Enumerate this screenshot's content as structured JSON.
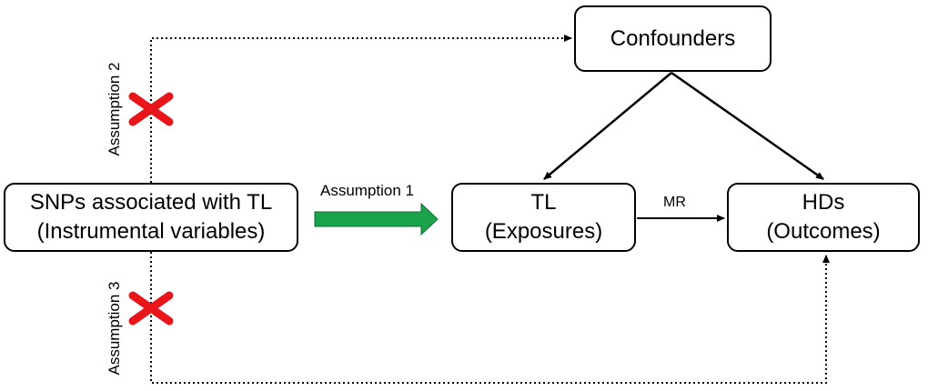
{
  "nodes": {
    "snps": {
      "line1": "SNPs associated with TL",
      "line2": "(Instrumental variables)"
    },
    "confounders": {
      "label": "Confounders"
    },
    "tl": {
      "line1": "TL",
      "line2": "(Exposures)"
    },
    "hds": {
      "line1": "HDs",
      "line2": "(Outcomes)"
    }
  },
  "edges": {
    "assumption1": "Assumption 1",
    "assumption2": "Assumption 2",
    "assumption3": "Assumption 3",
    "mr": "MR"
  },
  "colors": {
    "assumption1_arrow": "#1aa34a",
    "violation_mark": "#e8161b",
    "line": "#000000"
  },
  "icons": {
    "violation": "cross-mark-icon"
  }
}
